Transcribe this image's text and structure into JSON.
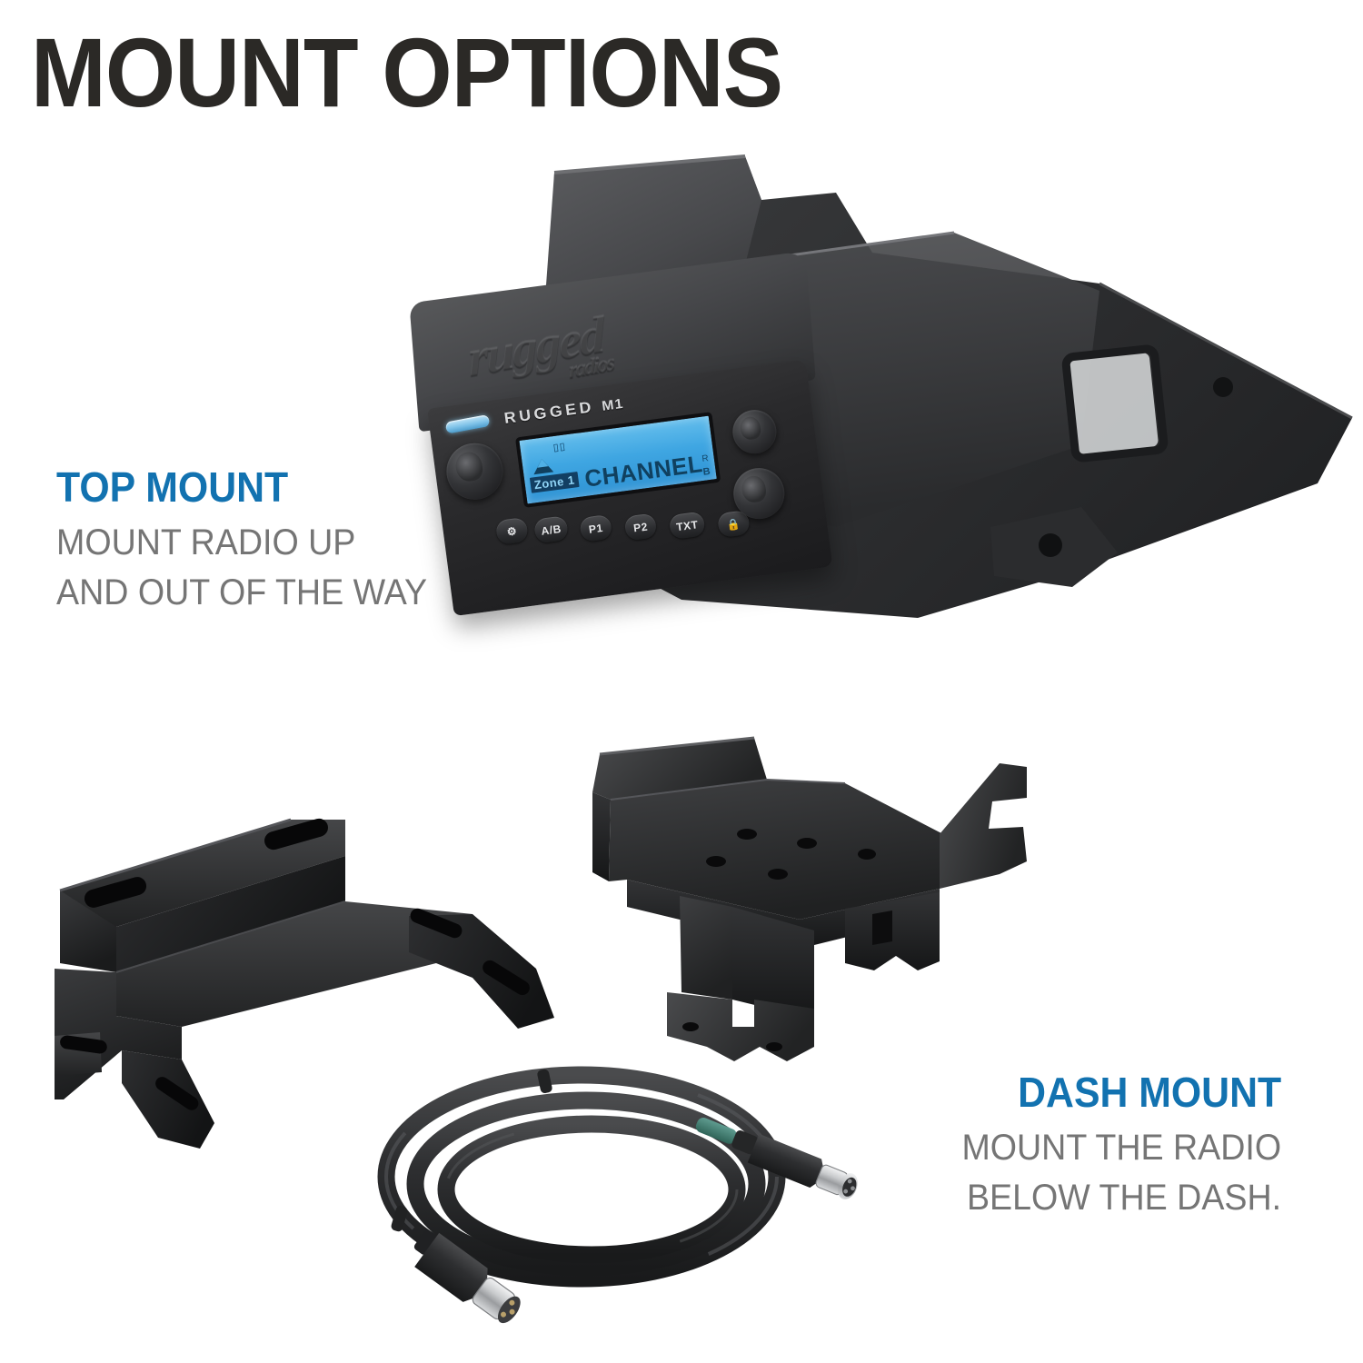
{
  "page": {
    "title": "MOUNT OPTIONS",
    "background_color": "#ffffff",
    "accent_blue": "#1272b0",
    "body_gray": "#757575",
    "title_color": "#2b2926"
  },
  "captions": {
    "top_mount": {
      "heading": "TOP MOUNT",
      "line1": "MOUNT RADIO UP",
      "line2": "AND OUT OF THE WAY"
    },
    "dash_mount": {
      "heading": "DASH MOUNT",
      "line1": "MOUNT THE RADIO",
      "line2": "BELOW THE DASH."
    }
  },
  "radio": {
    "brand": "RUGGED",
    "model": "M1",
    "hood_emboss": "rugged",
    "hood_emboss_sub": "radios",
    "display": {
      "zone": "Zone 1",
      "channel": "CHANNEL",
      "top_icon": "▯▯",
      "right_icon_top": "R",
      "right_icon_bottom": "B"
    },
    "buttons": [
      {
        "label": "⚙",
        "name": "menu-gear-button"
      },
      {
        "label": "A/B",
        "name": "ab-button"
      },
      {
        "label": "P1",
        "name": "p1-button"
      },
      {
        "label": "P2",
        "name": "p2-button"
      },
      {
        "label": "TXT",
        "name": "txt-button"
      },
      {
        "label": "🔒",
        "name": "lock-button"
      }
    ]
  },
  "products": {
    "top_mount_panel": "Molded top mount dash panel",
    "dash_bracket": "Dash mount steel bracket",
    "side_bracket": "Under-dash mounting bracket",
    "cable": "Coiled radio connection cable"
  }
}
